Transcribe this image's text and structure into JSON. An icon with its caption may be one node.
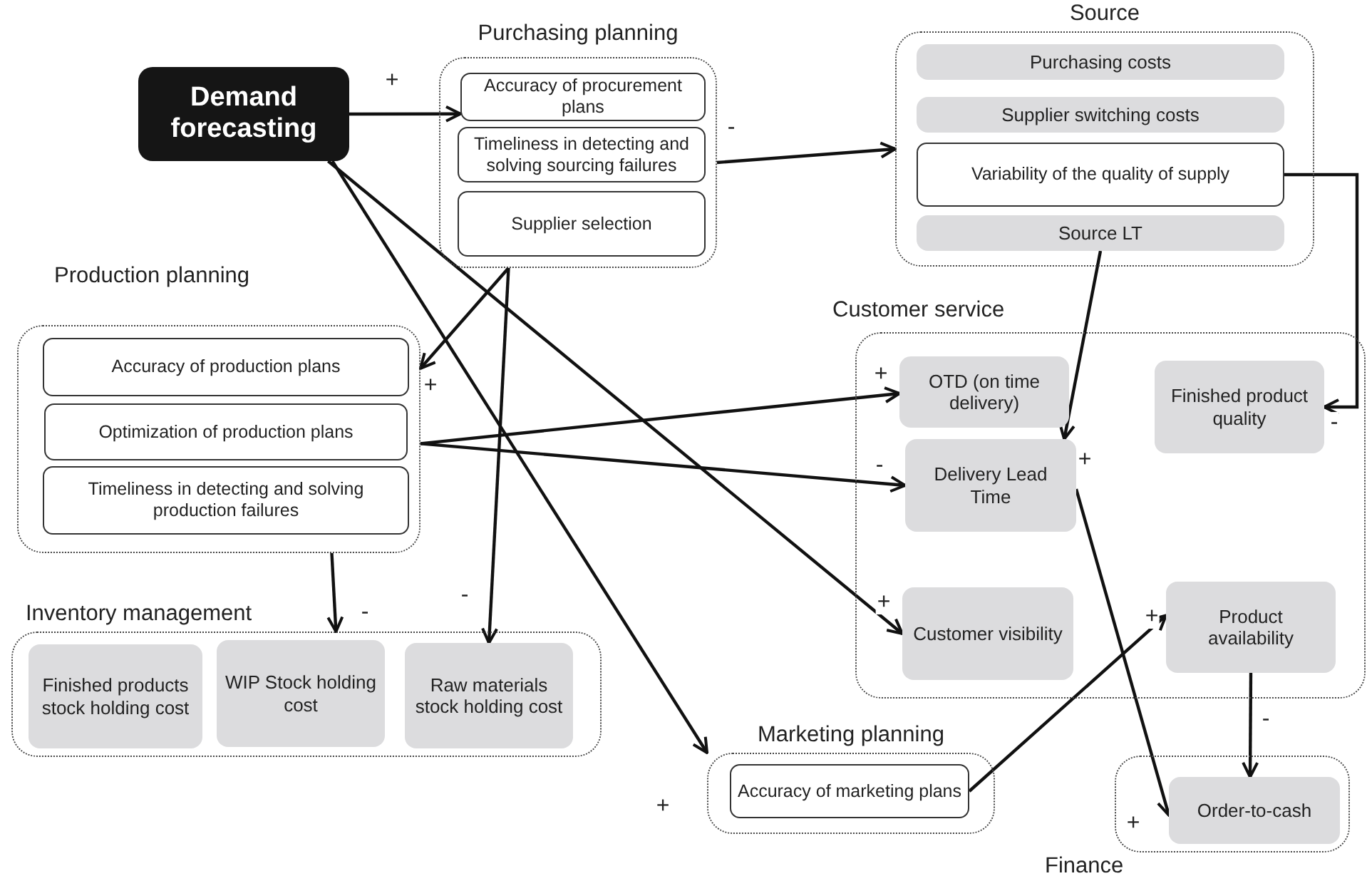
{
  "diagram": {
    "nodes": [
      {
        "text": [
          "Demand forecasting"
        ]
      },
      {
        "text": [
          "Purchasing planning"
        ]
      },
      {
        "text": [
          "Accuracy of procurement plans"
        ],
        "in": 1
      },
      {
        "text": [
          "Timeliness in detecting and solving sourcing failures"
        ],
        "in": 1
      },
      {
        "text": [
          "Supplier selection"
        ],
        "in": 1
      },
      {
        "text": [
          "Source"
        ]
      },
      {
        "text": [
          "Purchasing costs"
        ],
        "in": 5
      },
      {
        "text": [
          "Supplier switching costs"
        ],
        "in": 5
      },
      {
        "text": [
          "Variability of the quality of supply"
        ],
        "in": 5
      },
      {
        "text": [
          "Source LT"
        ],
        "in": 5
      },
      {
        "text": [
          "Production planning"
        ]
      },
      {
        "text": [
          "Accuracy of production plans"
        ],
        "in": 10
      },
      {
        "text": [
          "Optimization of production plans"
        ],
        "in": 10
      },
      {
        "text": [
          "Timeliness in detecting and solving production failures"
        ],
        "in": 10
      },
      {
        "text": [
          "Customer service"
        ]
      },
      {
        "text": [
          "OTD (on time delivery)"
        ],
        "in": 14
      },
      {
        "text": [
          "Finished product quality"
        ],
        "in": 14
      },
      {
        "text": [
          "Delivery Lead Time"
        ],
        "in": 14
      },
      {
        "text": [
          "Customer visibility"
        ],
        "in": 14
      },
      {
        "text": [
          "Product availability"
        ],
        "in": 14
      },
      {
        "text": [
          "Inventory management"
        ]
      },
      {
        "text": [
          "Finished products stock holding cost"
        ],
        "in": 20
      },
      {
        "text": [
          "WIP Stock holding cost"
        ],
        "in": 20
      },
      {
        "text": [
          "Raw materials stock holding cost"
        ],
        "in": 20
      },
      {
        "text": [
          "Marketing planning"
        ]
      },
      {
        "text": [
          "Accuracy of marketing plans"
        ],
        "in": 24
      },
      {
        "text": [
          "Finance"
        ]
      },
      {
        "text": [
          "Order-to-cash"
        ],
        "in": 26
      }
    ],
    "edges": [
      {
        "from": 0,
        "to": 2,
        "arrow": "to",
        "label": "+"
      },
      {
        "from": 1,
        "to": 5,
        "arrow": "to",
        "label": "-"
      },
      {
        "from": 1,
        "to": 10,
        "arrow": "to",
        "label": "+"
      },
      {
        "from": 1,
        "to": 23,
        "arrow": "to",
        "label": "-"
      },
      {
        "from": 0,
        "to": 18,
        "arrow": "to",
        "label": "+"
      },
      {
        "from": 0,
        "to": 24,
        "arrow": "to",
        "label": "+"
      },
      {
        "from": 10,
        "to": 15,
        "arrow": "to",
        "label": "+"
      },
      {
        "from": 10,
        "to": 17,
        "arrow": "to",
        "label": "-"
      },
      {
        "from": 10,
        "to": 20,
        "arrow": "to",
        "label": "-"
      },
      {
        "from": 9,
        "to": 17,
        "arrow": "to",
        "label": "+"
      },
      {
        "from": 8,
        "to": 16,
        "arrow": "to",
        "label": "-"
      },
      {
        "from": 17,
        "to": 27,
        "arrow": "to",
        "label": "+"
      },
      {
        "from": 25,
        "to": 19,
        "arrow": "to",
        "label": "+"
      },
      {
        "from": 19,
        "to": 27,
        "arrow": "to",
        "label": "-"
      }
    ]
  }
}
